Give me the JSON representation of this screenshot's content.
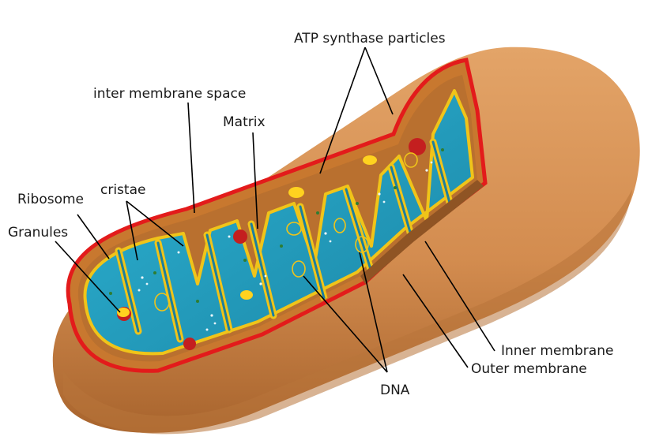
{
  "diagram": {
    "labels": {
      "atp": "ATP synthase particles",
      "intermembrane": "inter membrane space",
      "matrix": "Matrix",
      "cristae": "cristae",
      "ribosome": "Ribosome",
      "granules": "Granules",
      "inner_membrane": "Inner membrane",
      "outer_membrane": "Outer membrane",
      "dna": "DNA"
    },
    "colors": {
      "outer_body": "#d38c4f",
      "outer_shadow": "#b06a34",
      "outer_membrane_line": "#e31b1b",
      "intermembrane_fill": "#c8782f",
      "inner_membrane_line": "#f0c419",
      "matrix": "#2aa7c9",
      "matrix_dark": "#1c7f9e",
      "granule": "#c41f1f",
      "ribosome": "#ffd21f"
    }
  }
}
